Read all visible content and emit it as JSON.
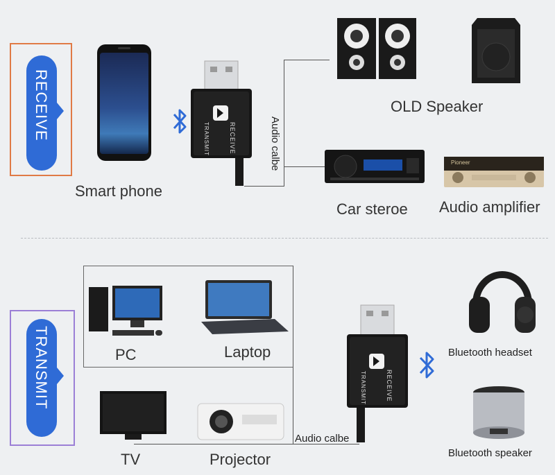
{
  "receive": {
    "mode_label": "RECEIVE",
    "source_label": "Smart phone",
    "cable_label": "Audio calbe",
    "outputs": [
      "OLD Speaker",
      "Car steroe",
      "Audio amplifier"
    ]
  },
  "transmit": {
    "mode_label": "TRANSMIT",
    "sources": [
      "PC",
      "Laptop",
      "TV",
      "Projector"
    ],
    "cable_label": "Audio calbe",
    "outputs": [
      "Bluetooth headset",
      "Bluetooth speaker"
    ]
  },
  "device": {
    "receive_text": "RECEIVE",
    "transmit_text": "TRANSMIT"
  },
  "amp_brand": "Pioneer",
  "colors": {
    "receive_frame": "#e07a45",
    "transmit_frame": "#9b7fd6",
    "badge_blue": "#2f6bd6",
    "bluetooth_blue": "#2f6bd6"
  }
}
